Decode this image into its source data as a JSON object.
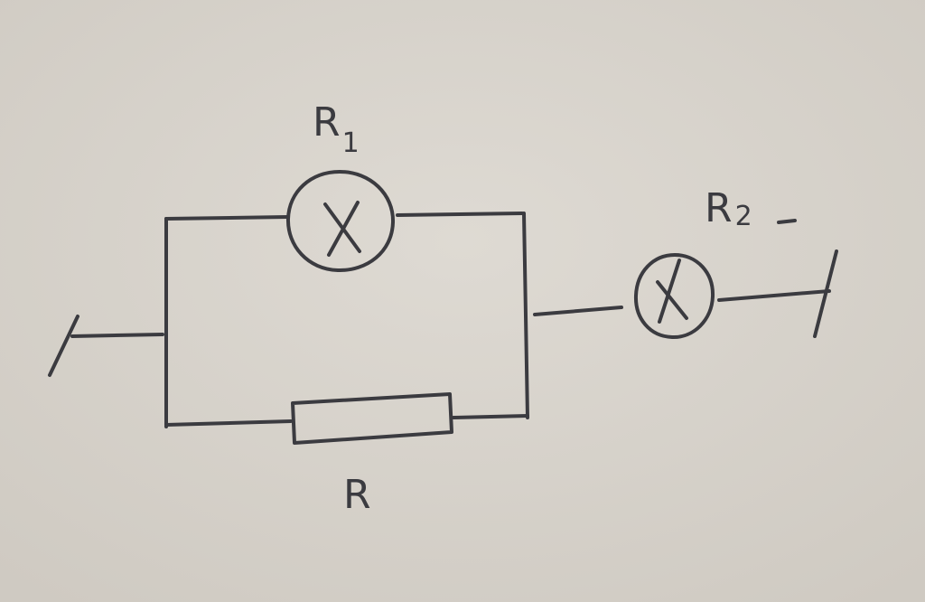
{
  "diagram": {
    "labels": {
      "r1": "R",
      "r1_subscript": "1",
      "r2": "R",
      "r2_subscript": "2",
      "r": "R"
    },
    "components": [
      {
        "id": "lamp-r1",
        "type": "lamp",
        "label": "R1"
      },
      {
        "id": "lamp-r2",
        "type": "lamp",
        "label": "R2"
      },
      {
        "id": "resistor-r",
        "type": "resistor",
        "label": "R"
      }
    ],
    "colors": {
      "paper": "#d8d4cc",
      "ink": "#3b3b40"
    }
  }
}
